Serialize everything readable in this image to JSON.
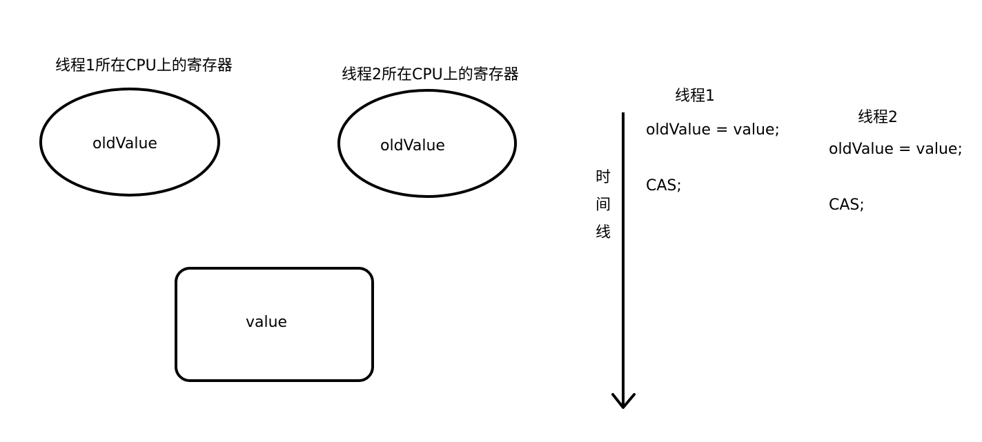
{
  "registers": {
    "thread1_label": "线程1所在CPU上的寄存器",
    "thread1_var": "oldValue",
    "thread2_label": "线程2所在CPU上的寄存器",
    "thread2_var": "oldValue"
  },
  "memory": {
    "var": "value"
  },
  "timeline": {
    "axis_chars": [
      "时",
      "间",
      "线"
    ],
    "thread1": {
      "title": "线程1",
      "step1": "oldValue = value;",
      "step2": "CAS;"
    },
    "thread2": {
      "title": "线程2",
      "step1": "oldValue = value;",
      "step2": "CAS;"
    }
  },
  "colors": {
    "stroke": "#000000",
    "background": "#ffffff"
  }
}
